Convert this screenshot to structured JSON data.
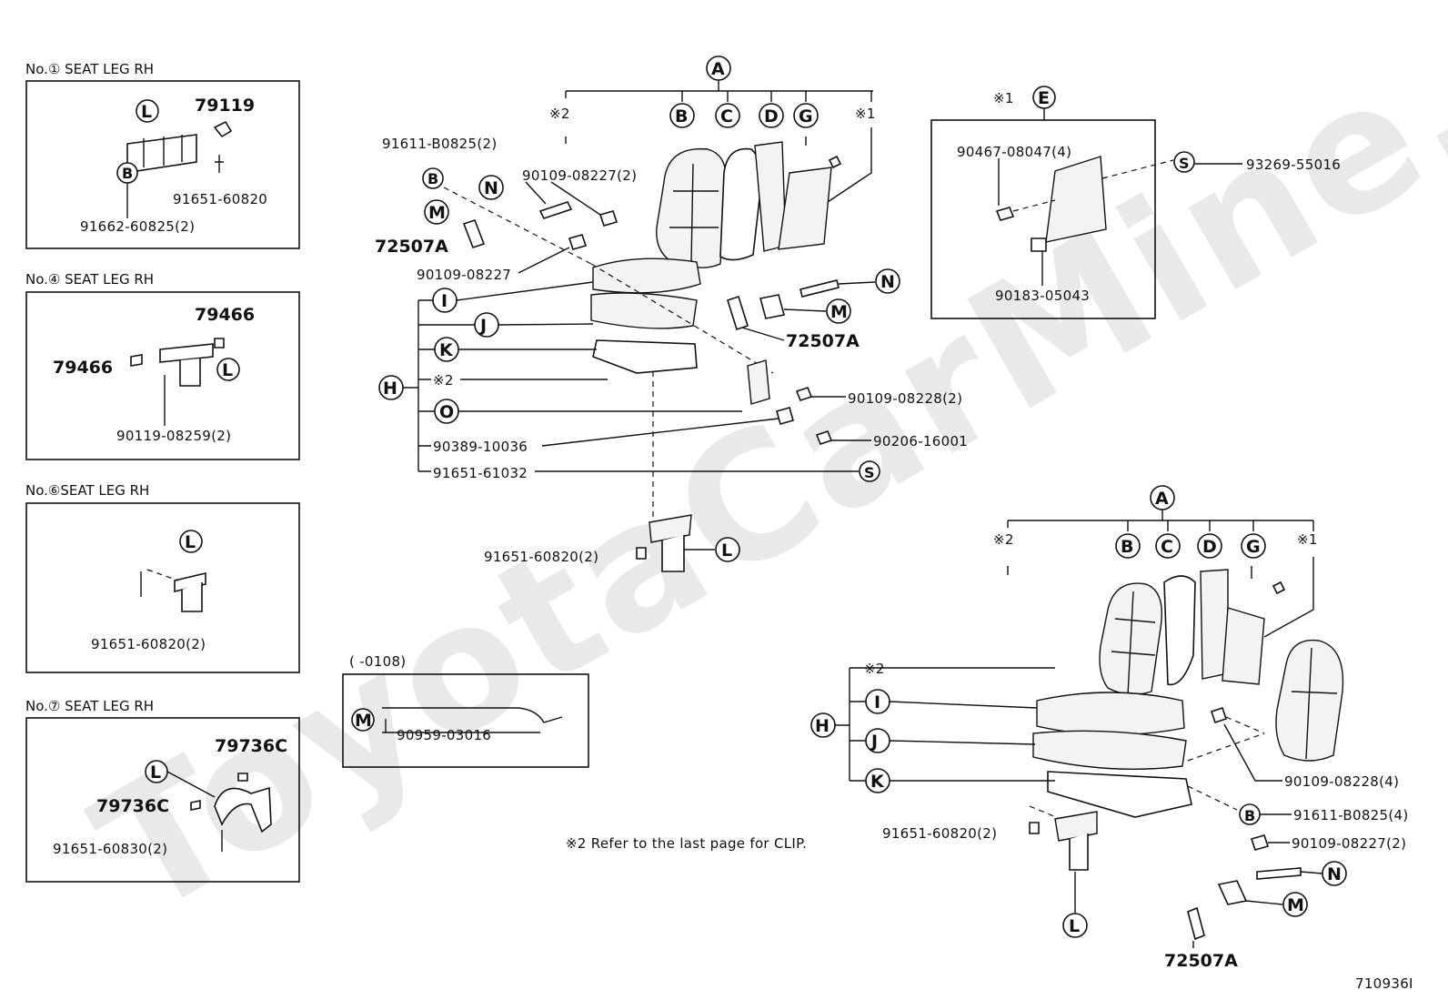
{
  "watermark": "ToyotaCarMine.ru",
  "figure_id": "710936I",
  "note": "※2  Refer to the last page for CLIP.",
  "insets": {
    "seat_leg_1": {
      "title": "No.① SEAT LEG RH",
      "parts": [
        "79119",
        "91651-60820",
        "91662-60825(2)"
      ]
    },
    "seat_leg_4": {
      "title": "No.④ SEAT LEG RH",
      "parts": [
        "79466",
        "79466",
        "90119-08259(2)"
      ]
    },
    "seat_leg_6": {
      "title": "No.⑥SEAT LEG RH",
      "parts": [
        "91651-60820(2)"
      ]
    },
    "seat_leg_7": {
      "title": "No.⑦ SEAT LEG RH",
      "parts": [
        "79736C",
        "79736C",
        "91651-60830(2)"
      ]
    },
    "harness": {
      "title": "(      -0108)",
      "parts": [
        "90959-03016"
      ]
    },
    "back_board": {
      "parts": [
        "90467-08047(4)",
        "93269-55016",
        "90183-05043"
      ]
    }
  },
  "main_parts": {
    "p1": "91611-B0825(2)",
    "p2": "90109-08227(2)",
    "p3": "72507A",
    "p4": "90109-08227",
    "p5": "72507A",
    "p6": "90109-08228(2)",
    "p7": "90206-16001",
    "p8": "90389-10036",
    "p9": "91651-61032",
    "p10": "91651-60820(2)"
  },
  "lower_parts": {
    "p1": "90109-08228(4)",
    "p2": "91611-B0825(4)",
    "p3": "90109-08227(2)",
    "p4": "91651-60820(2)",
    "p5": "72507A"
  },
  "circled": [
    "A",
    "B",
    "C",
    "D",
    "E",
    "G",
    "H",
    "I",
    "J",
    "K",
    "L",
    "M",
    "N",
    "O",
    "S"
  ],
  "asterisks": {
    "x1": "※1",
    "x2": "※2"
  }
}
